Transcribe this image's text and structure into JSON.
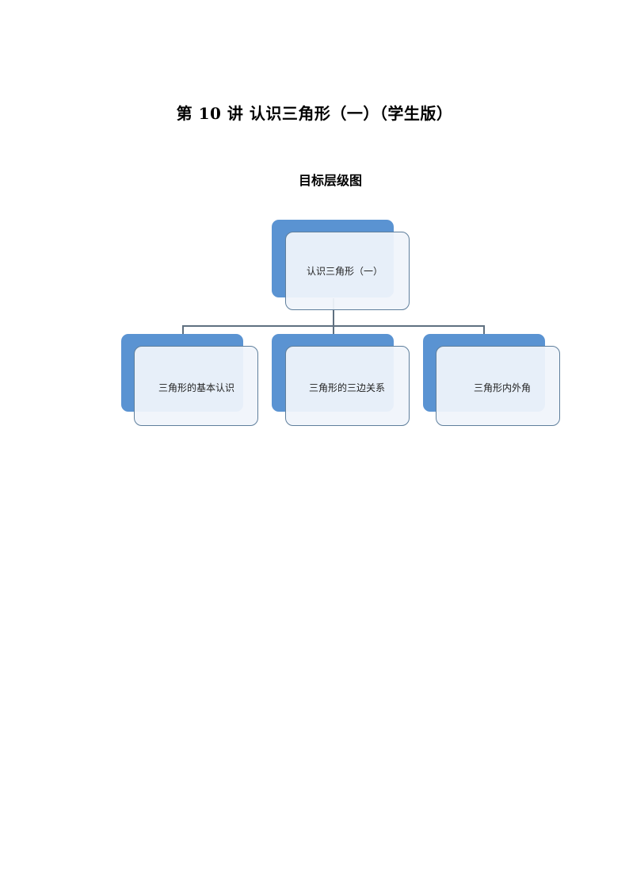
{
  "document": {
    "title": "第 10 讲  认识三角形（一）（学生版）",
    "section_heading": "目标层级图"
  },
  "hierarchy": {
    "root": {
      "label": "认识三角形（一）"
    },
    "children": [
      {
        "label": "三角形的基本认识"
      },
      {
        "label": "三角形的三边关系"
      },
      {
        "label": "三角形内外角"
      }
    ]
  },
  "colors": {
    "node_back": "#5a93d2",
    "node_front": "#f0f4fb",
    "node_border": "#5f7f9c",
    "connector": "#5f7080"
  }
}
